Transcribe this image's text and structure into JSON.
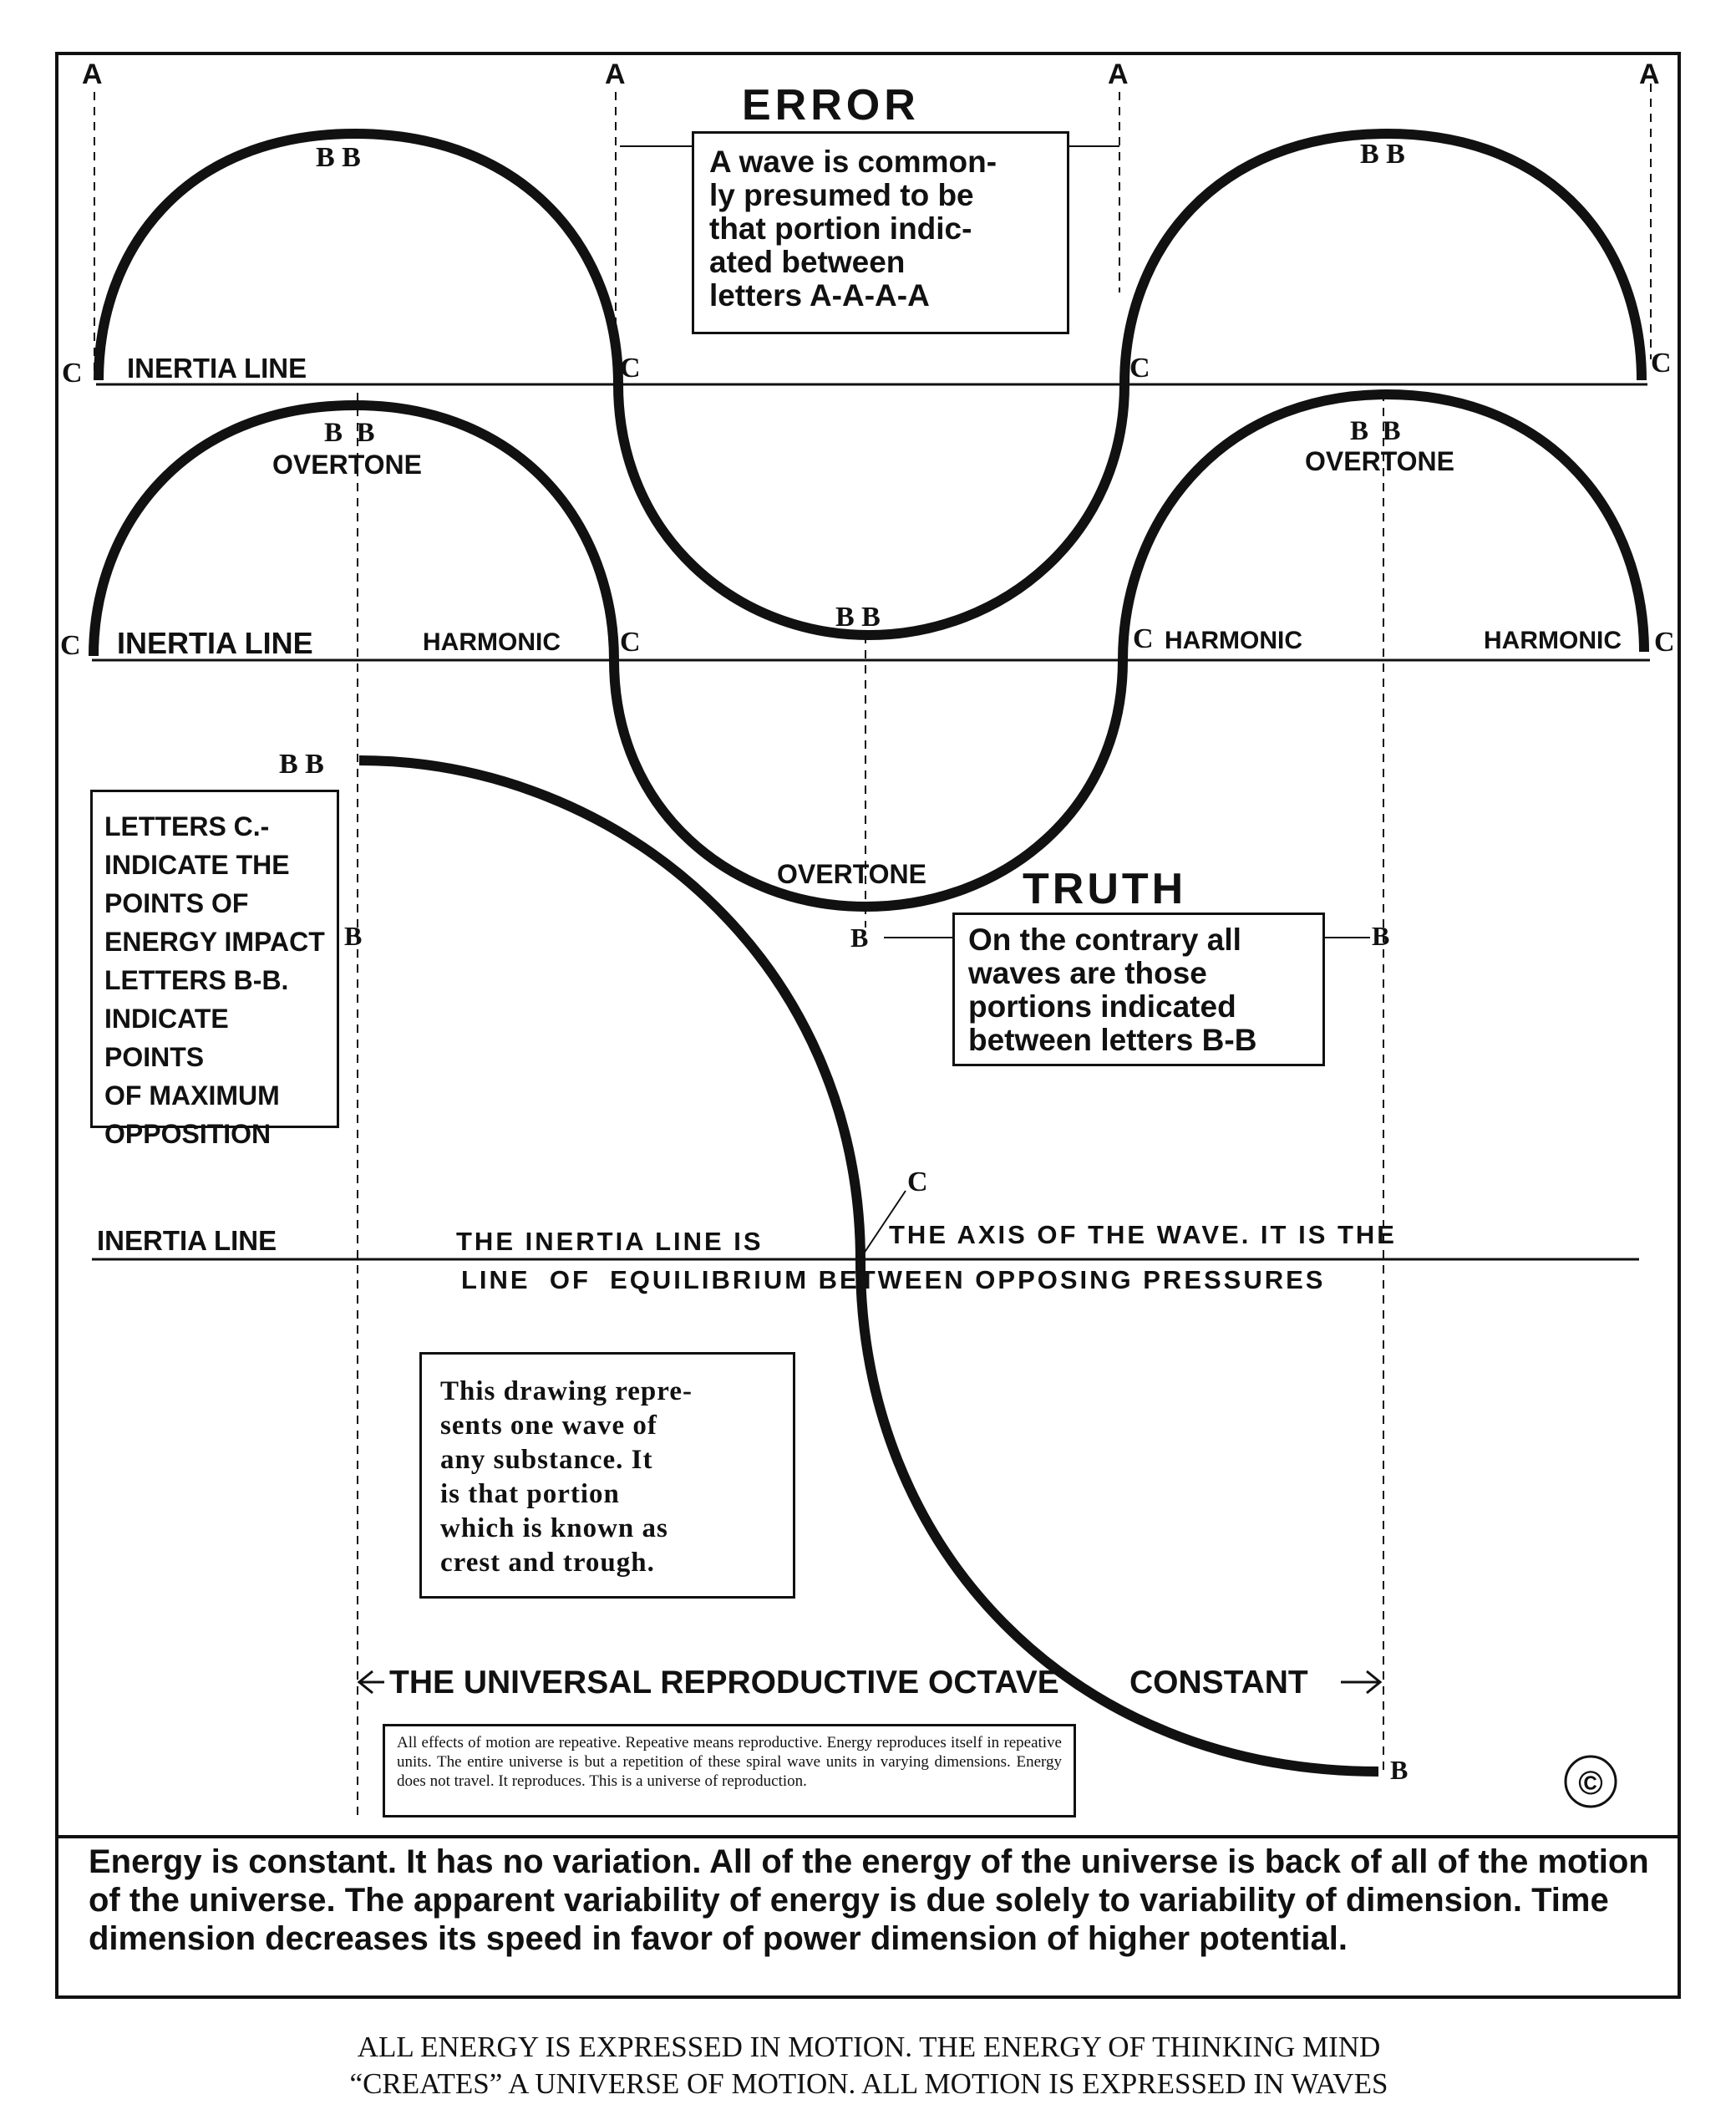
{
  "markers": {
    "a": "A",
    "b": "B",
    "c": "C",
    "bb": "B B",
    "bb_split": "B  B"
  },
  "labels": {
    "inertia_line": "INERTIA LINE",
    "harmonic": "HARMONIC",
    "overtone": "OVERTONE",
    "error_title": "ERROR",
    "truth_title": "TRUTH",
    "axis_line_1": "THE INERTIA LINE IS",
    "axis_line_2": "THE AXIS OF THE WAVE. IT IS THE",
    "axis_line_3": "LINE  OF  EQUILIBRIUM BETWEEN OPPOSING PRESSURES",
    "octave_left": "THE UNIVERSAL REPRODUCTIVE OCTAVE",
    "octave_right": "CONSTANT",
    "copyright": "©"
  },
  "boxes": {
    "error_text": [
      "A wave is common-",
      "ly presumed to be",
      "that portion indic-",
      "ated between",
      "letters A-A-A-A"
    ],
    "truth_text": [
      "On the contrary all",
      "waves are those",
      "portions indicated",
      "between letters B-B"
    ],
    "letters_text": [
      "LETTERS C.-",
      "INDICATE THE",
      "POINTS  OF",
      "ENERGY IMPACT",
      "LETTERS B-B.",
      "INDICATE POINTS",
      "OF MAXIMUM",
      "OPPOSITION"
    ],
    "drawing_text": [
      "This drawing repre-",
      "sents one wave of",
      "any substance. It",
      "is that portion",
      "which is known as",
      "crest and trough."
    ],
    "octave_text": "All effects of motion are repeative. Repeative means reproductive. Energy reproduces itself in repeative units. The entire universe is but a repetition of these spiral wave units in varying dimensions. Energy does not travel. It reproduces. This is a universe of reproduction."
  },
  "energy_note": "Energy is constant. It has no variation. All of the energy of the universe is back of all of the motion of the universe. The apparent variability of energy is due solely to variability of dimension. Time dimension decreases its speed in favor of power dimension of higher potential.",
  "caption": [
    "ALL ENERGY IS EXPRESSED IN MOTION. THE ENERGY OF THINKING MIND",
    "“CREATES” A UNIVERSE OF MOTION. ALL MOTION IS EXPRESSED IN WAVES"
  ]
}
